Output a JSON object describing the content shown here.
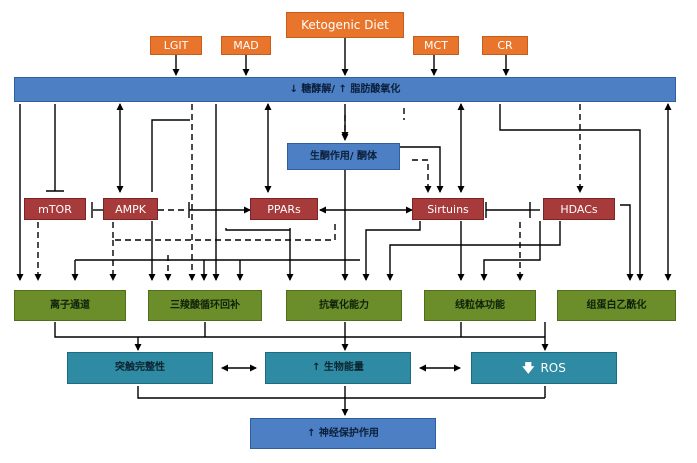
{
  "colors": {
    "orange": "#e8752b",
    "blue": "#4c7fc4",
    "red": "#a73a3a",
    "green": "#6b8e2b",
    "teal": "#2f8aa3",
    "line": "#000000"
  },
  "diets": {
    "ketogenic": "Ketogenic Diet",
    "lgit": "LGIT",
    "mad": "MAD",
    "mct": "MCT",
    "cr": "CR"
  },
  "metabolism": "↓ 糖酵解/ ↑ 脂肪酸氧化",
  "ketone": "生酮作用/ 酮体",
  "regulators": {
    "mtor": "mTOR",
    "ampk": "AMPK",
    "ppars": "PPARs",
    "sirtuins": "Sirtuins",
    "hdacs": "HDACs"
  },
  "processes": {
    "ion": "离子通道",
    "tca": "三羧酸循环回补",
    "antioxidant": "抗氧化能力",
    "mito": "线粒体功能",
    "histone": "组蛋白乙酰化"
  },
  "outcomes": {
    "synapse": "突触完整性",
    "bioenergy": "↑ 生物能量",
    "ros_arrow": "🡇",
    "ros": "ROS"
  },
  "final": "↑ 神经保护作用"
}
